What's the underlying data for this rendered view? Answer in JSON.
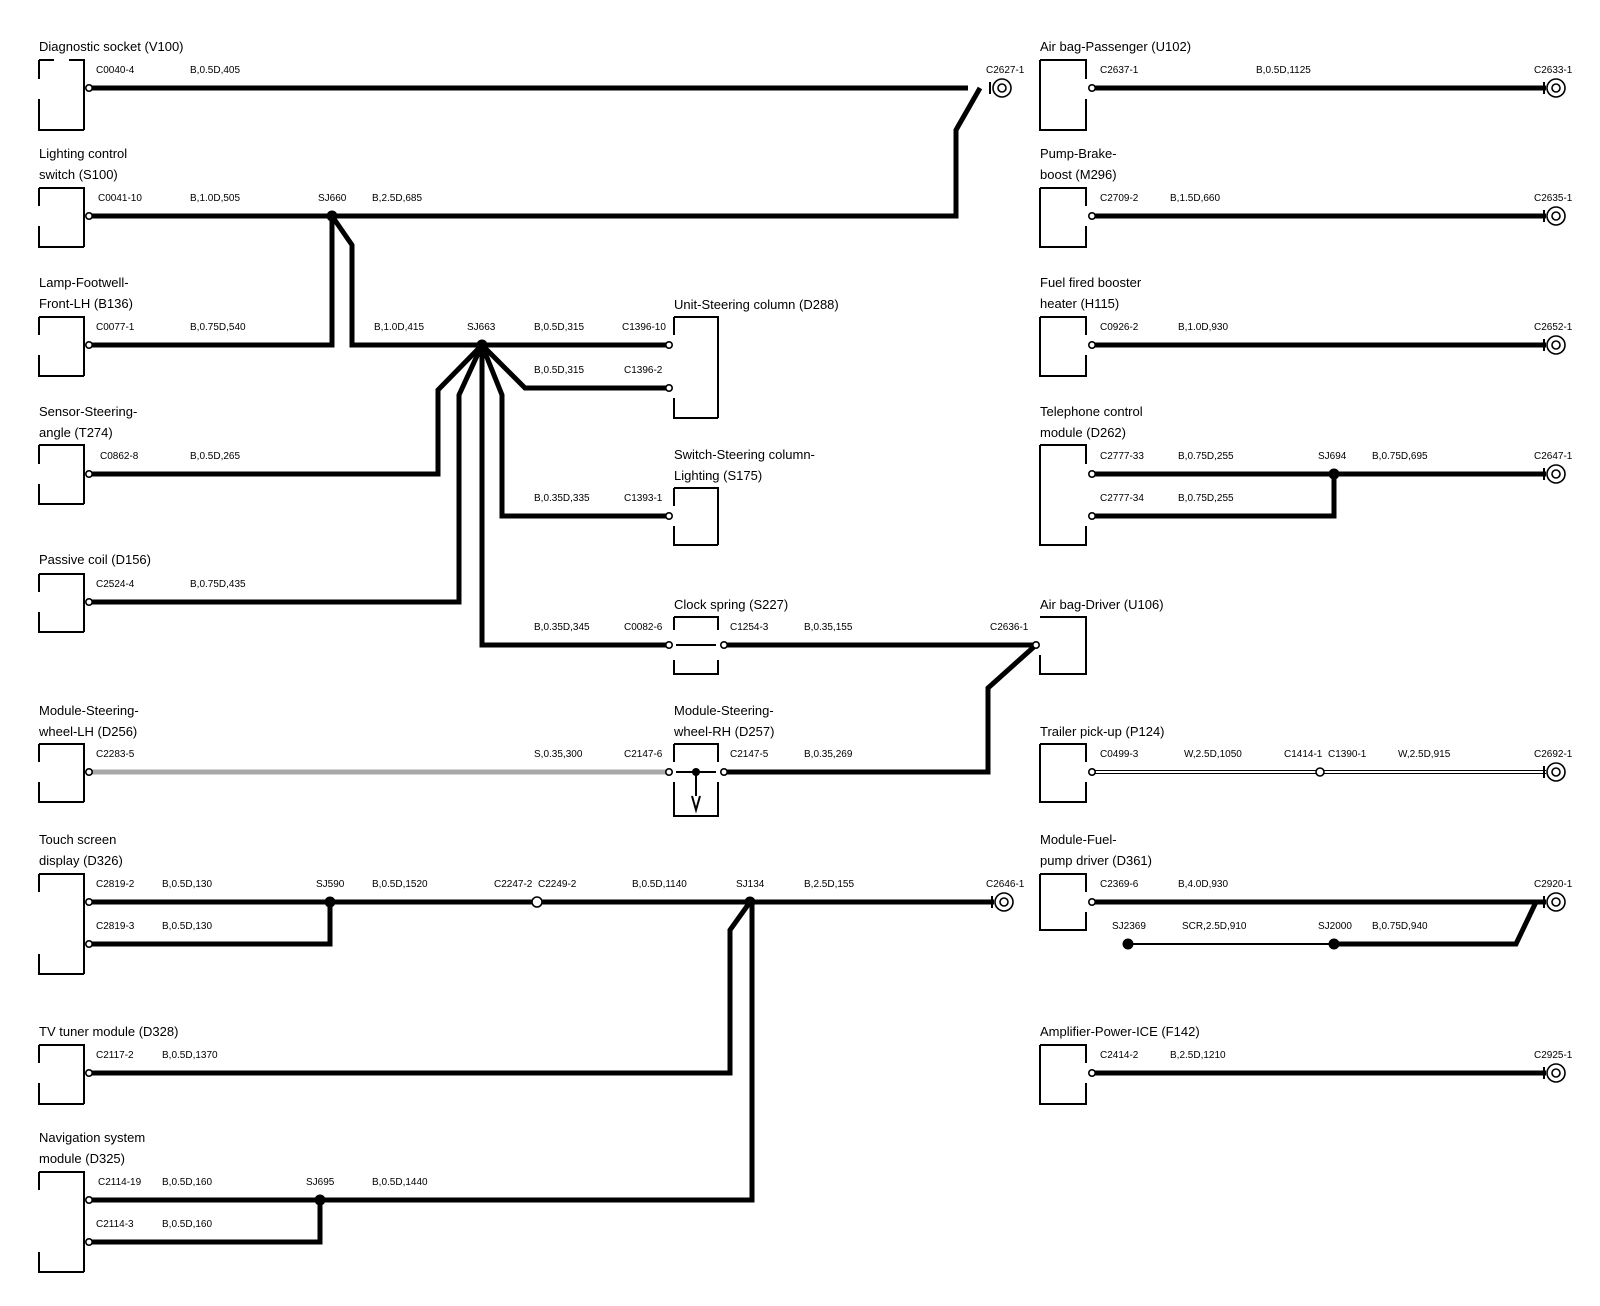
{
  "components": {
    "v100": "Diagnostic socket (V100)",
    "s100_l1": "Lighting control",
    "s100_l2": "switch (S100)",
    "b136_l1": "Lamp-Footwell-",
    "b136_l2": "Front-LH (B136)",
    "t274_l1": "Sensor-Steering-",
    "t274_l2": "angle (T274)",
    "d156": "Passive coil (D156)",
    "d256_l1": "Module-Steering-",
    "d256_l2": "wheel-LH (D256)",
    "d326_l1": "Touch screen",
    "d326_l2": "display (D326)",
    "d328": "TV tuner module (D328)",
    "d325_l1": "Navigation system",
    "d325_l2": "module (D325)",
    "d288": "Unit-Steering column (D288)",
    "s175_l1": "Switch-Steering column-",
    "s175_l2": "Lighting (S175)",
    "s227": "Clock spring (S227)",
    "d257_l1": "Module-Steering-",
    "d257_l2": "wheel-RH (D257)",
    "u102": "Air bag-Passenger (U102)",
    "m296_l1": "Pump-Brake-",
    "m296_l2": "boost (M296)",
    "h115_l1": "Fuel fired booster",
    "h115_l2": "heater (H115)",
    "d262_l1": "Telephone control",
    "d262_l2": "module (D262)",
    "u106": "Air bag-Driver (U106)",
    "p124": "Trailer pick-up (P124)",
    "d361_l1": "Module-Fuel-",
    "d361_l2": "pump driver (D361)",
    "f142": "Amplifier-Power-ICE (F142)"
  },
  "labels": {
    "c0040_4": "C0040-4",
    "w_v100": "B,0.5D,405",
    "c2627_1": "C2627-1",
    "c0041_10": "C0041-10",
    "w_s100": "B,1.0D,505",
    "sj660": "SJ660",
    "w_sj660": "B,2.5D,685",
    "c0077_1": "C0077-1",
    "w_b136": "B,0.75D,540",
    "w_sj663a": "B,1.0D,415",
    "sj663": "SJ663",
    "w_d288a": "B,0.5D,315",
    "c1396_10": "C1396-10",
    "w_d288b": "B,0.5D,315",
    "c1396_2": "C1396-2",
    "c0862_8": "C0862-8",
    "w_t274": "B,0.5D,265",
    "w_s175": "B,0.35D,335",
    "c1393_1": "C1393-1",
    "c2524_4": "C2524-4",
    "w_d156": "B,0.75D,435",
    "w_s227": "B,0.35D,345",
    "c0082_6": "C0082-6",
    "c1254_3": "C1254-3",
    "w_u106": "B,0.35,155",
    "c2636_1": "C2636-1",
    "c2283_5": "C2283-5",
    "w_d256": "S,0.35,300",
    "c2147_6": "C2147-6",
    "c2147_5": "C2147-5",
    "w_d257": "B,0.35,269",
    "c2819_2": "C2819-2",
    "w_d326a": "B,0.5D,130",
    "sj590": "SJ590",
    "w_sj590": "B,0.5D,1520",
    "c2247_2": "C2247-2",
    "c2249_2": "C2249-2",
    "w_c2249": "B,0.5D,1140",
    "sj134": "SJ134",
    "w_sj134": "B,2.5D,155",
    "c2646_1": "C2646-1",
    "c2819_3": "C2819-3",
    "w_d326b": "B,0.5D,130",
    "c2117_2": "C2117-2",
    "w_d328": "B,0.5D,1370",
    "c2114_19": "C2114-19",
    "w_d325a": "B,0.5D,160",
    "sj695": "SJ695",
    "w_sj695": "B,0.5D,1440",
    "c2114_3": "C2114-3",
    "w_d325b": "B,0.5D,160",
    "c2637_1": "C2637-1",
    "w_u102": "B,0.5D,1125",
    "c2633_1": "C2633-1",
    "c2709_2": "C2709-2",
    "w_m296": "B,1.5D,660",
    "c2635_1": "C2635-1",
    "c0926_2": "C0926-2",
    "w_h115": "B,1.0D,930",
    "c2652_1": "C2652-1",
    "c2777_33": "C2777-33",
    "w_d262a": "B,0.75D,255",
    "sj694": "SJ694",
    "w_sj694": "B,0.75D,695",
    "c2647_1": "C2647-1",
    "c2777_34": "C2777-34",
    "w_d262b": "B,0.75D,255",
    "c0499_3": "C0499-3",
    "w_p124a": "W,2.5D,1050",
    "c1414_1": "C1414-1",
    "c1390_1": "C1390-1",
    "w_p124b": "W,2.5D,915",
    "c2692_1": "C2692-1",
    "c2369_6": "C2369-6",
    "w_d361": "B,4.0D,930",
    "c2920_1": "C2920-1",
    "sj2369": "SJ2369",
    "w_scr": "SCR,2.5D,910",
    "sj2000": "SJ2000",
    "w_sj2000": "B,0.75D,940",
    "c2414_2": "C2414-2",
    "w_f142": "B,2.5D,1210",
    "c2925_1": "C2925-1"
  },
  "colors": {
    "wire": "#000000",
    "screen_wire": "#a8a8a8",
    "background": "#ffffff"
  }
}
